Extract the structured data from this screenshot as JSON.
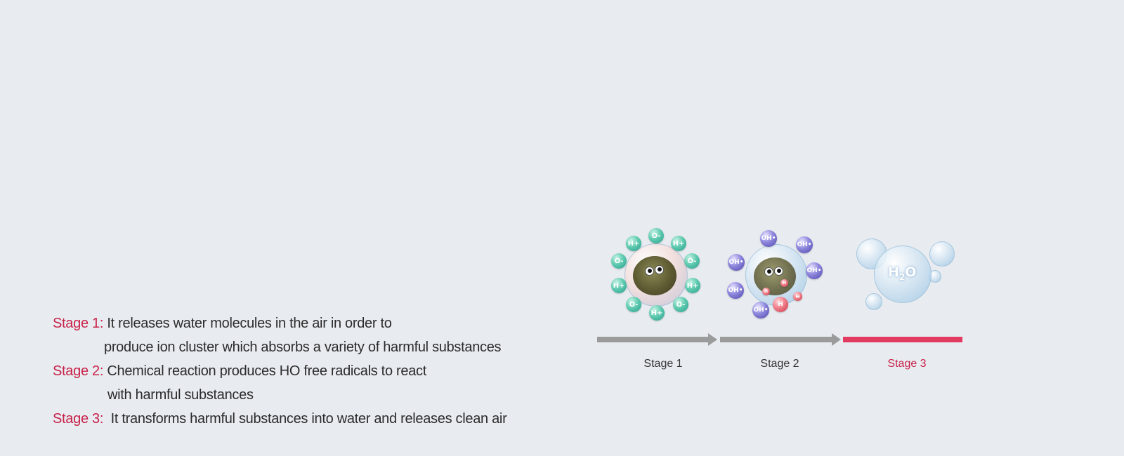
{
  "description": {
    "items": [
      {
        "label": "Stage 1:",
        "lines": [
          "It releases water molecules in the air in order to",
          "produce ion cluster which absorbs a variety of harmful substances"
        ]
      },
      {
        "label": "Stage 2:",
        "lines": [
          "Chemical reaction produces HO free radicals to react",
          "with harmful substances"
        ]
      },
      {
        "label": "Stage 3:",
        "lines": [
          "It transforms harmful substances into water and releases clean air"
        ]
      }
    ]
  },
  "diagram": {
    "stages": [
      {
        "label": "Stage 1",
        "icon": "ion-cluster-dust-icon",
        "ions": [
          "O-",
          "H+",
          "O-",
          "H+",
          "O-",
          "H+",
          "O-",
          "H+",
          "O-",
          "H+"
        ],
        "active": false
      },
      {
        "label": "Stage 2",
        "icon": "hydroxyl-radical-dust-icon",
        "ions": [
          "OH•",
          "OH•",
          "OH•",
          "OH•",
          "OH•",
          "OH•"
        ],
        "small_ions": [
          "H",
          "H",
          "H",
          "H"
        ],
        "active": false
      },
      {
        "label": "Stage 3",
        "icon": "water-bubble-icon",
        "formula": "H2O",
        "active": true
      }
    ]
  },
  "colors": {
    "background": "#e8ecf0",
    "accent": "#c8214a",
    "progress_active": "#e13b61",
    "progress_inactive": "#9b9b9b",
    "text": "#2b2b2b"
  }
}
